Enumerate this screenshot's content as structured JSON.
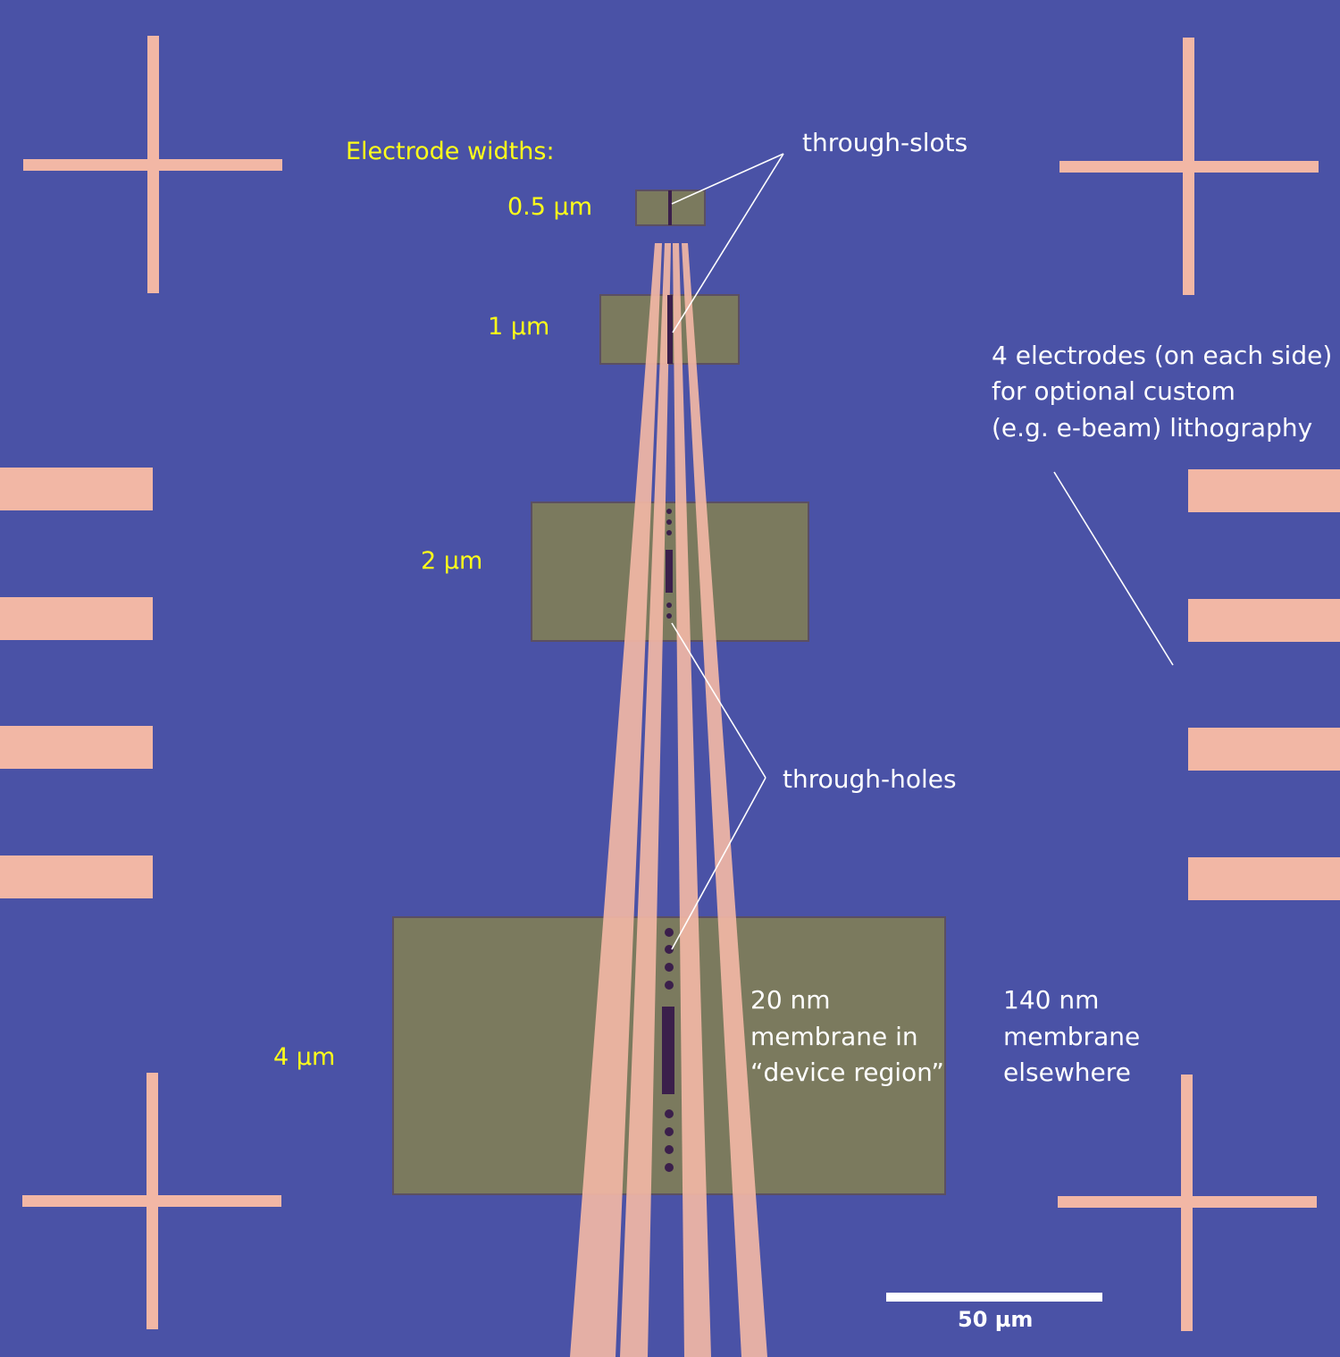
{
  "colors": {
    "substrate": "#4a52a6",
    "metal": "#f2b7a5",
    "window": "#7b7a5e",
    "window_border": "#5b4f62",
    "lead_on_window": "#ddc167",
    "hole": "#3b1f4b",
    "label_yellow": "#ffff1a",
    "label_white": "#ffffff"
  },
  "labels": {
    "electrode_widths": "Electrode widths:",
    "width_05": "0.5 µm",
    "width_1": "1 µm",
    "width_2": "2 µm",
    "width_4": "4 µm",
    "through_slots": "through-slots",
    "through_holes": "through-holes",
    "electrodes_line1": "4 electrodes (on each side)",
    "electrodes_line2": "for optional custom",
    "electrodes_line3": "(e.g. e-beam) lithography",
    "thin_line1": "20 nm",
    "thin_line2": "membrane in",
    "thin_line3": "“device region”",
    "thick_line1": "140 nm",
    "thick_line2": "membrane",
    "thick_line3": "elsewhere",
    "scale_bar": "50 µm"
  }
}
